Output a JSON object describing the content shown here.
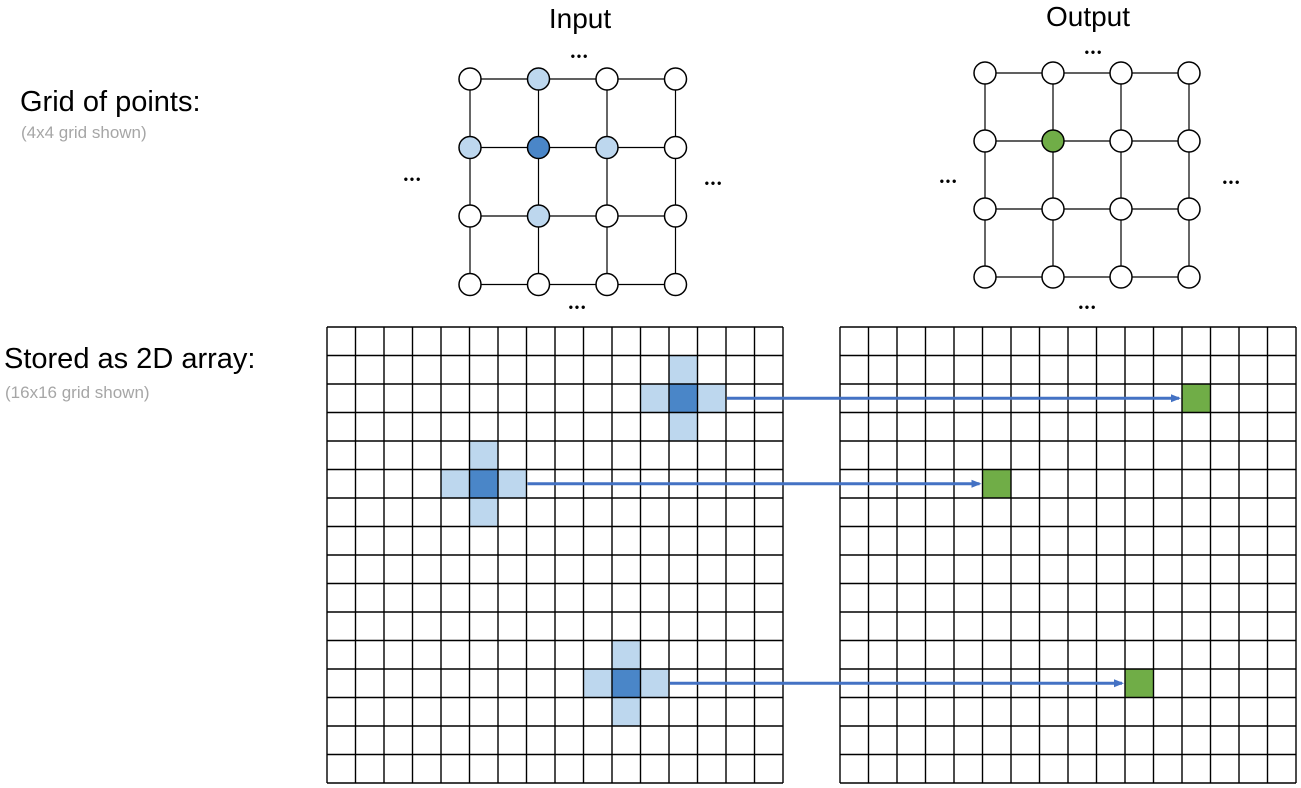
{
  "header": {
    "input_title": "Input",
    "output_title": "Output"
  },
  "rows": {
    "grid_label": "Grid of points:",
    "grid_sublabel": "(4x4 grid shown)",
    "array_label": "Stored as 2D array:",
    "array_sublabel": "(16x16 grid shown)"
  },
  "ellipsis": "•••",
  "colors": {
    "center_blue": "#4a86c8",
    "neighbor_blue": "#bdd7ee",
    "output_green": "#70ad47",
    "arrow_blue": "#4472c4",
    "line": "#000000"
  },
  "point_grids": {
    "size": 4,
    "input": {
      "center": [
        1,
        1
      ],
      "neighbors": [
        [
          0,
          1
        ],
        [
          1,
          0
        ],
        [
          1,
          2
        ],
        [
          2,
          1
        ]
      ]
    },
    "output": {
      "center": [
        1,
        1
      ]
    }
  },
  "arrays": {
    "size": 16,
    "stencils": [
      {
        "input_center": [
          2,
          12
        ],
        "output_cell": [
          2,
          12
        ]
      },
      {
        "input_center": [
          5,
          5
        ],
        "output_cell": [
          5,
          5
        ]
      },
      {
        "input_center": [
          12,
          10
        ],
        "output_cell": [
          12,
          10
        ]
      }
    ]
  }
}
